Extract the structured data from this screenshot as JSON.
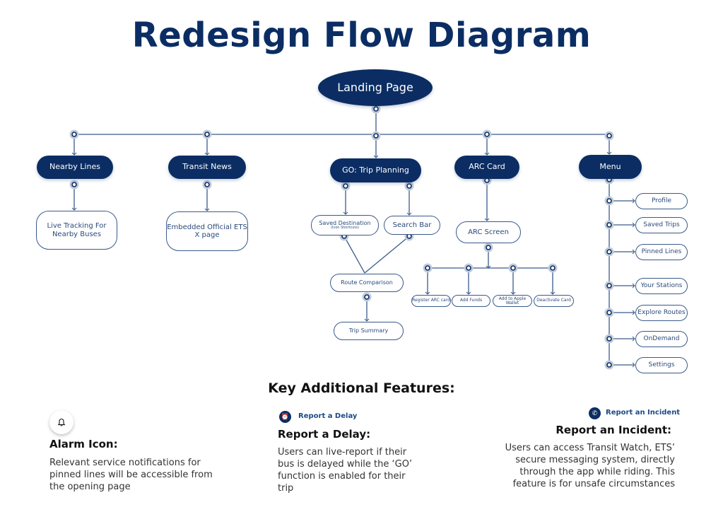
{
  "title": "Redesign Flow Diagram",
  "colors": {
    "primary": "#0b2d63",
    "line": "#3a5a8a",
    "dot_halo": "#c2cbd9"
  },
  "landing": {
    "label": "Landing Page"
  },
  "main_nodes": {
    "nearby_lines": {
      "label": "Nearby Lines",
      "child": "Live Tracking For Nearby Buses"
    },
    "transit_news": {
      "label": "Transit News",
      "child": "Embedded Official ETS X page"
    },
    "go_trip": {
      "label": "GO: Trip Planning",
      "saved_destination": "Saved Destination",
      "saved_destination_sub": "(Icon Shortcuts)",
      "search_bar": "Search Bar",
      "route_comparison": "Route Comparison",
      "trip_summary": "Trip Summary"
    },
    "arc_card": {
      "label": "ARC Card",
      "screen": "ARC Screen",
      "actions": [
        "Register ARC card",
        "Add Funds",
        "Add to Apple Wallet",
        "Deactivate Card"
      ]
    },
    "menu": {
      "label": "Menu",
      "items": [
        "Profile",
        "Saved Trips",
        "Pinned Lines",
        "Your Stations",
        "Explore Routes",
        "OnDemand",
        "Settings"
      ]
    }
  },
  "key_features": {
    "heading": "Key Additional Features:",
    "alarm": {
      "icon": "bell-icon",
      "title": "Alarm Icon:",
      "text": "Relevant service notifications for pinned lines will be accessible from the opening page"
    },
    "delay": {
      "icon": "alarm-clock-icon",
      "badge": "Report a Delay",
      "title": "Report a Delay:",
      "text": "Users can live-report if their bus is delayed while the ‘GO’ function is enabled for their trip"
    },
    "incident": {
      "icon": "phone-icon",
      "badge": "Report an Incident",
      "title": "Report an Incident:",
      "text": "Users can access Transit Watch, ETS’ secure messaging system, directly through the app while riding. This feature is for unsafe circumstances"
    }
  }
}
